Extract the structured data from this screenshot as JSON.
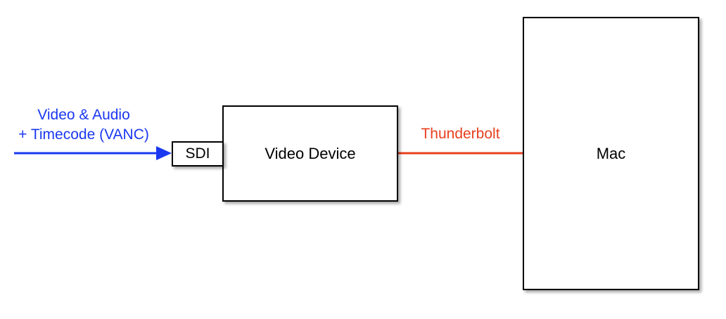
{
  "diagram": {
    "input_label_line1": "Video & Audio",
    "input_label_line2": "+ Timecode (VANC)",
    "port_label": "SDI",
    "device_label": "Video Device",
    "connection_label": "Thunderbolt",
    "computer_label": "Mac"
  },
  "colors": {
    "input": "#1a38f0",
    "connection": "#e8401e",
    "box_border": "#000000",
    "text": "#000000"
  }
}
